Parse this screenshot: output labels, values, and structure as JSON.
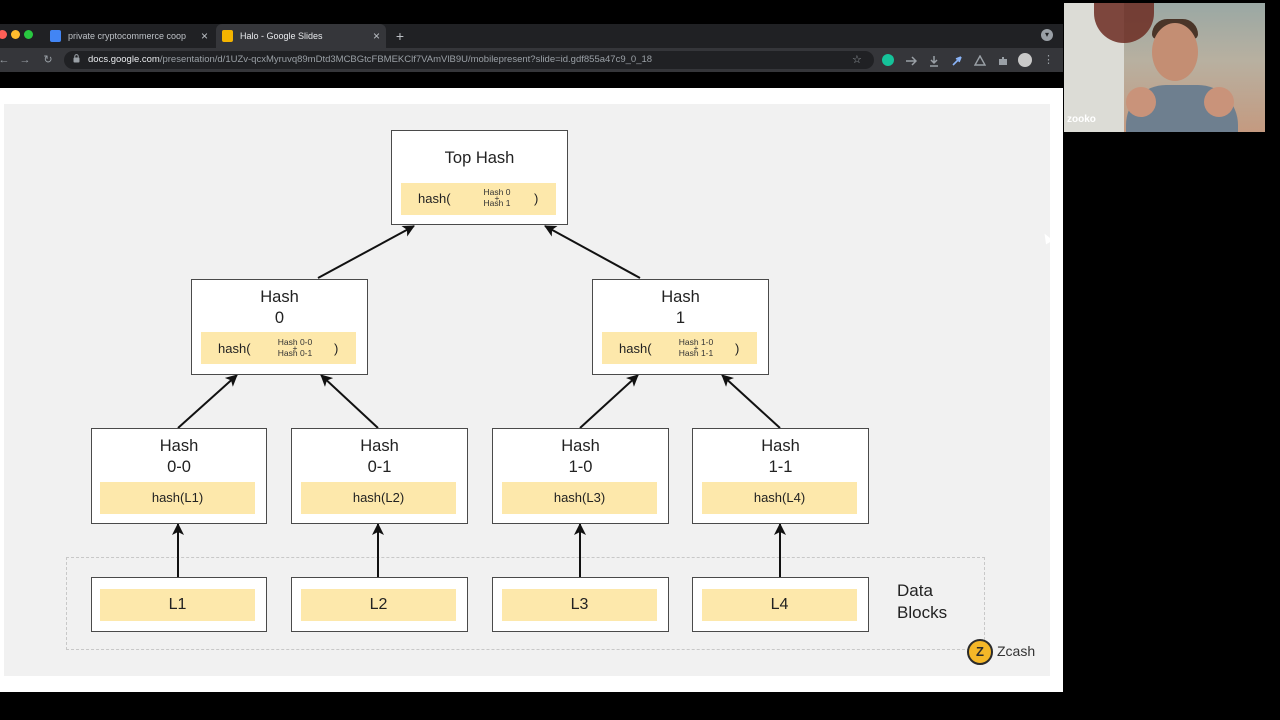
{
  "browser": {
    "tabs": [
      {
        "title": "private cryptocommerce coop",
        "favicon_color": "#4285f4",
        "active": false
      },
      {
        "title": "Halo - Google Slides",
        "favicon_color": "#f4b400",
        "active": true
      }
    ],
    "tab_close_glyph": "×",
    "new_tab_glyph": "+",
    "url_host": "docs.google.com",
    "url_path": "/presentation/d/1UZv-qcxMyruvq89mDtd3MCBGtcFBMEKClf7VAmVlB9U/mobilepresent?slide=id.gdf855a47c9_0_18",
    "nav": {
      "back": "←",
      "forward": "→",
      "reload": "↻"
    },
    "star_glyph": "☆",
    "kebab_glyph": "⋮",
    "extensions": [
      {
        "icon": "grammarly-icon",
        "color": "#15c39a"
      },
      {
        "icon": "send-icon",
        "color": "#9aa0a6"
      },
      {
        "icon": "download-icon",
        "color": "#9aa0a6"
      },
      {
        "icon": "rocket-icon",
        "color": "#8ab4f8"
      },
      {
        "icon": "drive-icon",
        "color": "#9aa0a6"
      },
      {
        "icon": "puzzle-icon",
        "color": "#9aa0a6"
      }
    ]
  },
  "slide": {
    "top": {
      "label": "Top Hash",
      "pill_prefix": "hash(",
      "pill_suffix": ")",
      "stack_a": "Hash 0",
      "plus": "+",
      "stack_b": "Hash 1"
    },
    "mid": [
      {
        "line1": "Hash",
        "line2": "0",
        "pill_prefix": "hash(",
        "pill_suffix": ")",
        "stack_a": "Hash 0-0",
        "plus": "+",
        "stack_b": "Hash 0-1"
      },
      {
        "line1": "Hash",
        "line2": "1",
        "pill_prefix": "hash(",
        "pill_suffix": ")",
        "stack_a": "Hash 1-0",
        "plus": "+",
        "stack_b": "Hash 1-1"
      }
    ],
    "leaves": [
      {
        "line1": "Hash",
        "line2": "0-0",
        "pill": "hash(L1)",
        "block": "L1"
      },
      {
        "line1": "Hash",
        "line2": "0-1",
        "pill": "hash(L2)",
        "block": "L2"
      },
      {
        "line1": "Hash",
        "line2": "1-0",
        "pill": "hash(L3)",
        "block": "L3"
      },
      {
        "line1": "Hash",
        "line2": "1-1",
        "pill": "hash(L4)",
        "block": "L4"
      }
    ],
    "data_blocks_label_1": "Data",
    "data_blocks_label_2": "Blocks",
    "brand": "Zcash",
    "brand_glyph": "Z"
  },
  "video": {
    "participant_name": "zooko"
  }
}
